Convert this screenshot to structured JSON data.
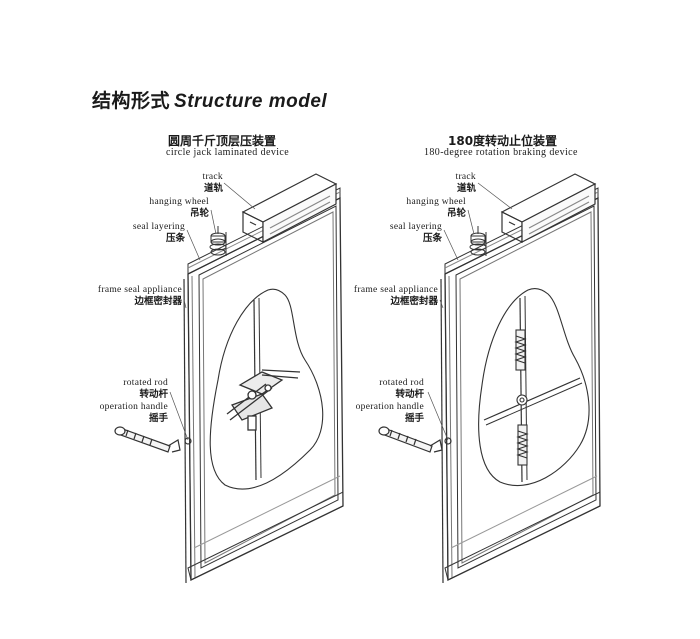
{
  "header": {
    "title_cn": "结构形式",
    "title_en": "Structure model"
  },
  "left_panel": {
    "title_cn": "圆周千斤顶层压装置",
    "title_en": "circle jack laminated device",
    "labels": {
      "track_en": "track",
      "track_cn": "道轨",
      "hanging_wheel_en": "hanging wheel",
      "hanging_wheel_cn": "吊轮",
      "seal_layering_en": "seal layering",
      "seal_layering_cn": "压条",
      "frame_seal_en": "frame seal appliance",
      "frame_seal_cn": "边框密封器",
      "rotated_rod_en": "rotated rod",
      "rotated_rod_cn": "转动杆",
      "operation_handle_en": "operation handle",
      "operation_handle_cn": "摇手"
    }
  },
  "right_panel": {
    "title_cn": "180度转动止位装置",
    "title_en": "180-degree rotation braking device",
    "labels": {
      "track_en": "track",
      "track_cn": "道轨",
      "hanging_wheel_en": "hanging wheel",
      "hanging_wheel_cn": "吊轮",
      "seal_layering_en": "seal layering",
      "seal_layering_cn": "压条",
      "frame_seal_en": "frame seal appliance",
      "frame_seal_cn": "边框密封器",
      "rotated_rod_en": "rotated rod",
      "rotated_rod_cn": "转动杆",
      "operation_handle_en": "operation handle",
      "operation_handle_cn": "摇手"
    }
  }
}
